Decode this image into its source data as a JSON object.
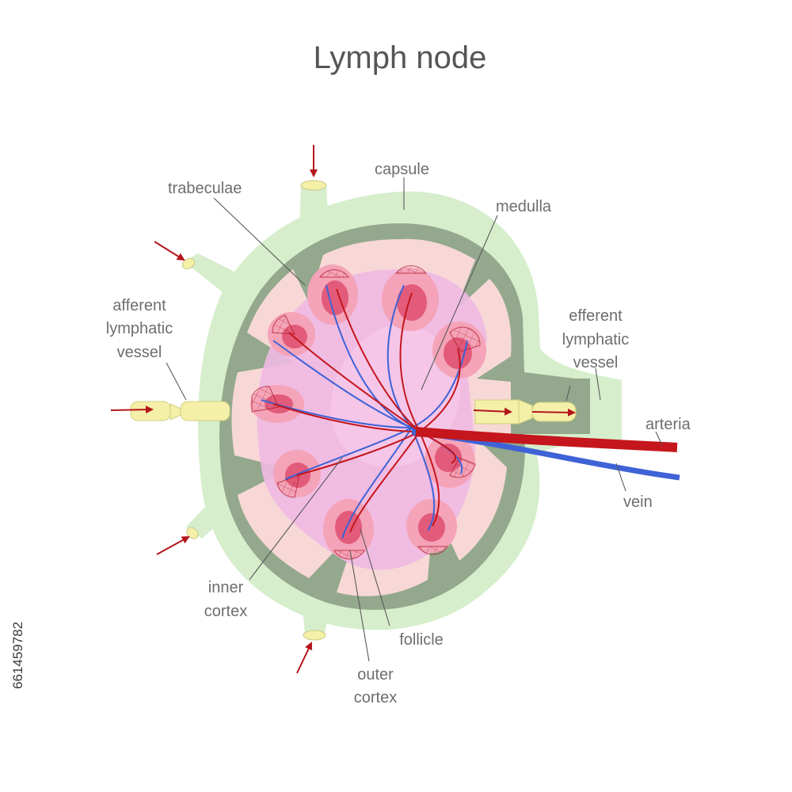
{
  "title": "Lymph node",
  "labels": {
    "capsule": "capsule",
    "trabeculae": "trabeculae",
    "medulla": "medulla",
    "afferent": [
      "afferent",
      "lymphatic",
      "vessel"
    ],
    "efferent": [
      "efferent",
      "lymphatic",
      "vessel"
    ],
    "arteria": "arteria",
    "vein": "vein",
    "inner_cortex": [
      "inner",
      "cortex"
    ],
    "follicle": "follicle",
    "outer_cortex": [
      "outer",
      "cortex"
    ]
  },
  "stock_id": "661459782",
  "colors": {
    "capsule": "#d6eecb",
    "trabeculae": "#93a88c",
    "outer_cortex": "#f7d8d6",
    "inner_cortex": "#efb9e3",
    "follicle_outer": "#f4a3b8",
    "follicle_center": "#e25b7a",
    "artery": "#c4161c",
    "vein": "#3f62d6",
    "lymph_vessel": "#f5f0a8"
  }
}
